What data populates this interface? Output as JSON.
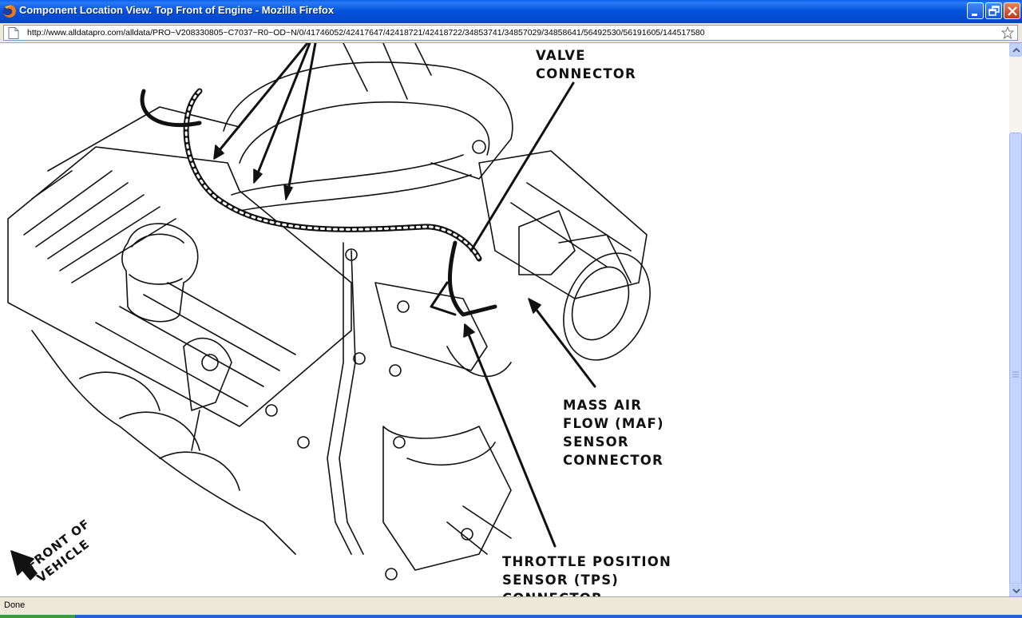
{
  "window": {
    "title": "Component Location View. Top Front of Engine - Mozilla Firefox"
  },
  "address_bar": {
    "url": "http://www.alldatapro.com/alldata/PRO~V208330805~C7037~R0~OD~N/0/41746052/42417647/42418721/42418722/34853741/34857029/34858641/56492530/56191605/144517580"
  },
  "diagram": {
    "labels": {
      "valve_connector": "VALVE\nCONNECTOR",
      "maf_connector": "MASS AIR\nFLOW (MAF)\nSENSOR\nCONNECTOR",
      "tps_connector": "THROTTLE POSITION\nSENSOR (TPS)\nCONNECTOR",
      "front_of_vehicle": "FRONT OF\nVEHICLE"
    }
  },
  "status_bar": {
    "status": "Done"
  },
  "colors": {
    "titlebar": "#0754dc",
    "chrome": "#ece9d8",
    "close_button": "#c0371a",
    "scrollbar": "#c4d4fc"
  }
}
